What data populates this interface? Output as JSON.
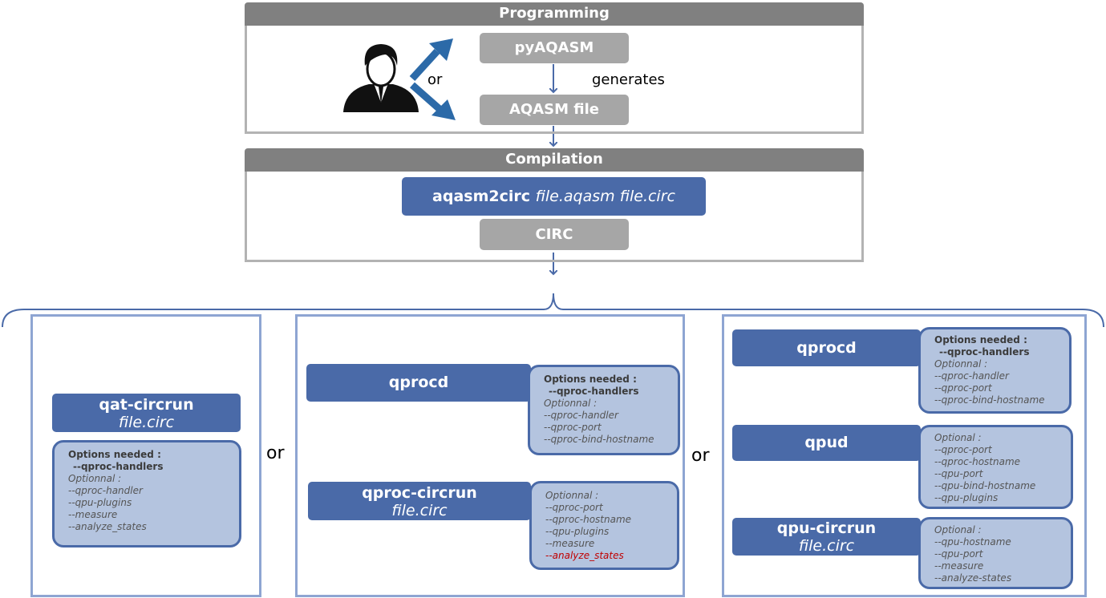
{
  "programming": {
    "header": "Programming",
    "pyaqasm": "pyAQASM",
    "generates": "generates",
    "or": "or",
    "aqasm_file": "AQASM file"
  },
  "compilation": {
    "header": "Compilation",
    "command": "aqasm2circ",
    "command_args": "file.aqasm file.circ",
    "circ": "CIRC"
  },
  "or_label": "or",
  "option1": {
    "command": "qat-circrun",
    "file": "file.circ",
    "options": {
      "needed_title": "Options needed :",
      "needed": "--qproc-handlers",
      "optional_title": "Optionnal :",
      "optional": [
        "--qproc-handler",
        "--qpu-plugins",
        "--measure",
        "--analyze_states"
      ]
    }
  },
  "option2": {
    "server": "qprocd",
    "server_options": {
      "needed_title": "Options needed :",
      "needed": "--qproc-handlers",
      "optional_title": "Optionnal :",
      "optional": [
        "--qproc-handler",
        "--qproc-port",
        "--qproc-bind-hostname"
      ]
    },
    "client": "qproc-circrun",
    "client_file": "file.circ",
    "client_options": {
      "optional_title": "Optionnal :",
      "optional": [
        "--qproc-port",
        "--qproc-hostname",
        "--qpu-plugins",
        "--measure"
      ],
      "highlighted": "--analyze_states"
    }
  },
  "option3": {
    "server": "qprocd",
    "server_options": {
      "needed_title": "Options needed :",
      "needed": "--qproc-handlers",
      "optional_title": "Optionnal :",
      "optional": [
        "--qproc-handler",
        "--qproc-port",
        "--qproc-bind-hostname"
      ]
    },
    "qpud": "qpud",
    "qpud_options": {
      "optional_title": "Optional :",
      "optional": [
        "--qproc-port",
        "--qproc-hostname",
        "--qpu-port",
        "--qpu-bind-hostname",
        "--qpu-plugins"
      ]
    },
    "client": "qpu-circrun",
    "client_file": "file.circ",
    "client_options": {
      "optional_title": "Optional :",
      "optional": [
        "--qpu-hostname",
        "--qpu-port",
        "--measure",
        "--analyze-states"
      ]
    }
  },
  "colors": {
    "blue": "#4a6aa8",
    "gray": "#a6a6a6",
    "header": "#808080",
    "option_fill": "#b4c4df",
    "highlight": "#c00000"
  },
  "icons": [
    "user-icon",
    "arrow-up-right-icon",
    "arrow-down-right-icon"
  ]
}
